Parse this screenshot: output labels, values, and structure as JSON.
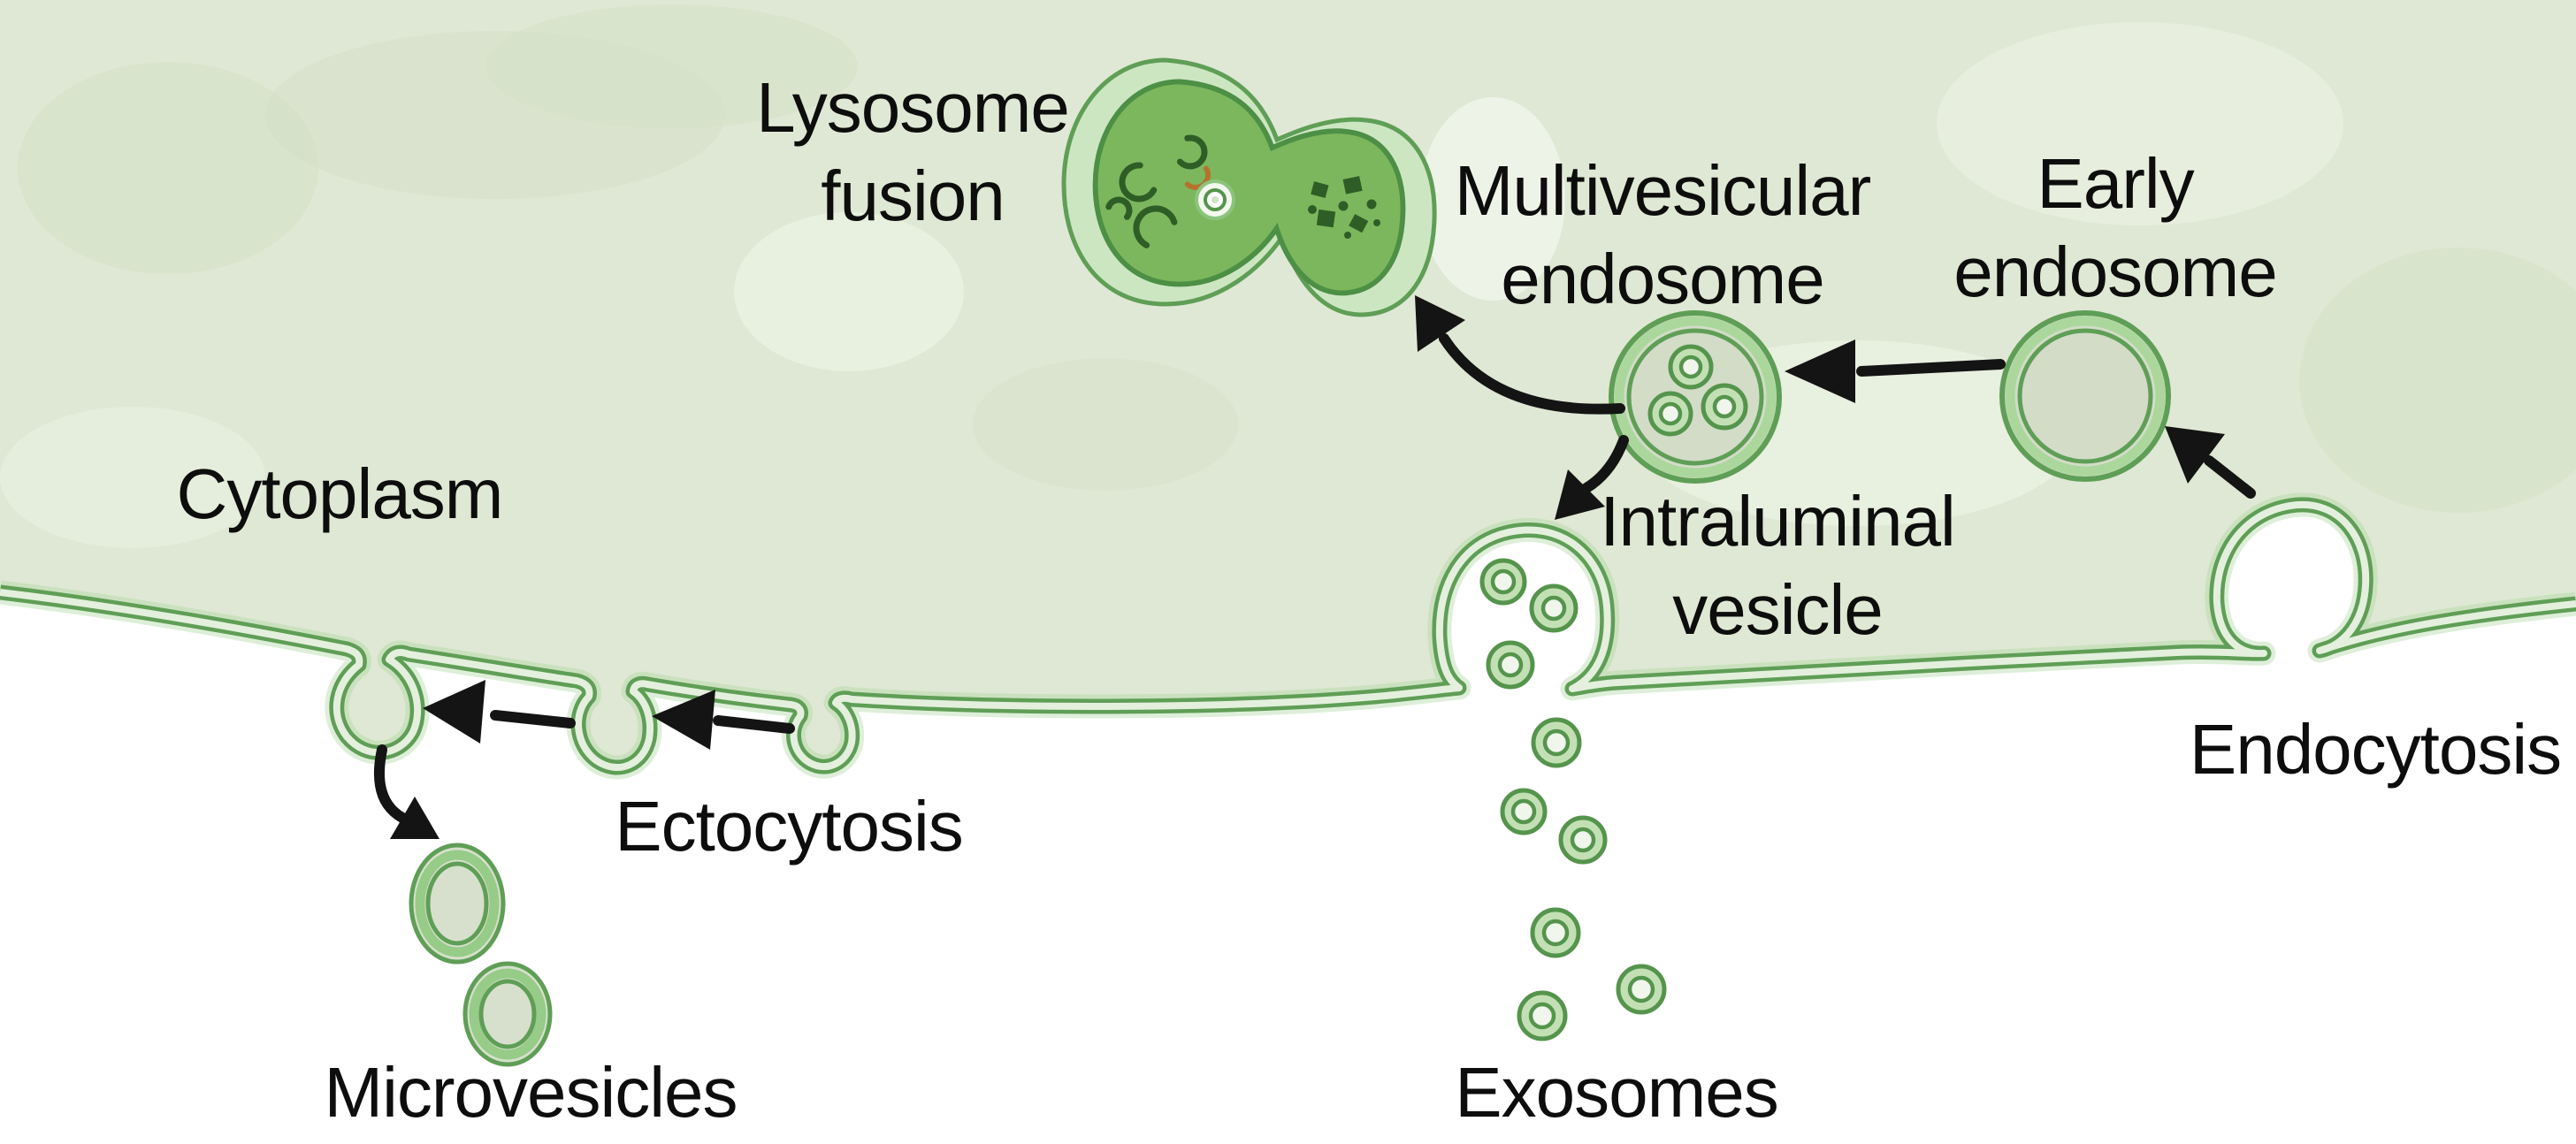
{
  "diagram": {
    "title_hint": "Cell membrane vesicle trafficking diagram",
    "labels": {
      "lysosome_fusion": {
        "line1": "Lysosome",
        "line2": "fusion"
      },
      "cytoplasm": "Cytoplasm",
      "multivesicular_endosome": {
        "line1": "Multivesicular",
        "line2": "endosome"
      },
      "early_endosome": {
        "line1": "Early",
        "line2": "endosome"
      },
      "intraluminal_vesicle": {
        "line1": "Intraluminal",
        "line2": "vesicle"
      },
      "ectocytosis": "Ectocytosis",
      "endocytosis": "Endocytosis",
      "microvesicles": "Microvesicles",
      "exosomes": "Exosomes"
    },
    "arrows": [
      {
        "from": "endocytosis-bud",
        "to": "early-endosome"
      },
      {
        "from": "early-endosome",
        "to": "multivesicular-endosome"
      },
      {
        "from": "multivesicular-endosome",
        "to": "lysosome"
      },
      {
        "from": "multivesicular-endosome",
        "to": "intraluminal-vesicle-release-site"
      },
      {
        "from": "ectocytosis-bud-2",
        "to": "ectocytosis-bud-1"
      },
      {
        "from": "ectocytosis-bud-3",
        "to": "ectocytosis-bud-2"
      },
      {
        "from": "ectocytosis-bud-1",
        "to": "microvesicles"
      }
    ],
    "colors": {
      "cytoplasm": "#dfe8d4",
      "extracellular": "#ffffff",
      "membrane_dark": "#5f9e56",
      "membrane_light": "#e4f0dd",
      "membrane_halo": "#a9d49c",
      "ring_dark": "#55944c",
      "vesicle_fill": "#c3e0b5",
      "organelle_fill": "#d2dcc7",
      "band_light": "#abd79c",
      "lysosome_pale": "#cde6c2",
      "lysosome_body": "#7cb75e",
      "lysosome_ring": "#4c8f45",
      "content_dark": "#2f5d26",
      "content_orange": "#b5722f",
      "arrow": "#141414",
      "text": "#0d0d0d"
    }
  }
}
